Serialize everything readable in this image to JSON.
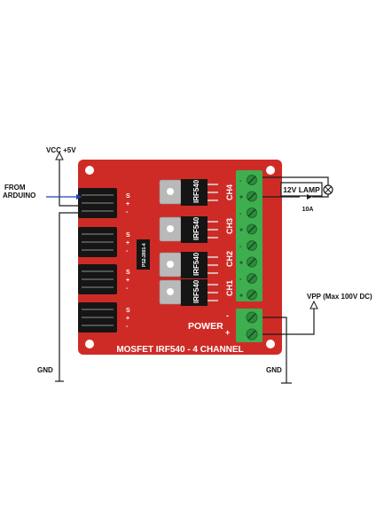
{
  "labels": {
    "vcc": "VCC +5V",
    "from_arduino_1": "FROM",
    "from_arduino_2": "ARDUINO",
    "gnd_left": "GND",
    "gnd_right": "GND",
    "lamp": "12V LAMP",
    "fuse": "10A",
    "vpp": "VPP (Max 100V DC)",
    "power": "POWER",
    "board_title": "MOSFET IRF540 - 4 CHANNEL",
    "optocoupler": "PS2-2801-4"
  },
  "channels": [
    "CH4",
    "CH3",
    "CH2",
    "CH1"
  ],
  "mosfets": [
    "IRF540",
    "IRF540",
    "IRF540",
    "IRF540"
  ],
  "header_pins": [
    "S",
    "+",
    "-"
  ],
  "power_pins": [
    "-",
    "+"
  ],
  "colors": {
    "board": "#cf2b26",
    "terminal": "#3fae4f",
    "header": "#151515",
    "wire": "#1a1a1a",
    "signal_wire": "#1f3fb0"
  }
}
